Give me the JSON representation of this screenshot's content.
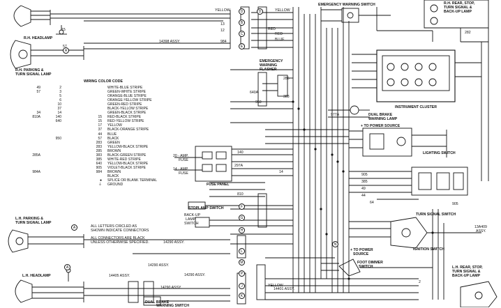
{
  "title": "",
  "components": {
    "rh_headlamp": "R.H. HEADLAMP",
    "rh_parking_1": "R.H. PARKING &",
    "rh_parking_2": "TURN SIGNAL LAMP",
    "lh_parking_1": "L.H. PARKING &",
    "lh_parking_2": "TURN SIGNAL LAMP",
    "lh_headlamp": "L.H. HEADLAMP",
    "emergency_flasher_1": "EMERGENCY",
    "emergency_flasher_2": "WARNING",
    "emergency_flasher_3": "FLASHER",
    "emergency_switch": "EMERGENCY WARNING SWITCH",
    "instrument_cluster": "INSTRUMENT CLUSTER",
    "dual_brake_1": "DUAL BRAKE",
    "dual_brake_2": "WARNING LAMP",
    "to_power_source": "+ TO POWER SOURCE",
    "lighting_switch": "LIGHTING SWITCH",
    "fuse_panel": "FUSE PANEL",
    "fuse_20": "20 - AMP.",
    "fuse_20b": "FUSE",
    "fuse_14": "14 - AMP.",
    "fuse_14b": "FUSE",
    "stoplamp_switch": "STOPLAMP SWITCH",
    "backup_1": "BACK-UP",
    "backup_2": "LAMP",
    "backup_3": "SWITCH",
    "turn_signal_switch": "TURN SIGNAL SWITCH",
    "ignition_switch": "IGNITION SWITCH",
    "to_power_source_2": "+ TO POWER",
    "to_power_source_3": "SOURCE",
    "foot_dimmer_1": "FOOT DIMMER",
    "foot_dimmer_2": "SWITCH",
    "dual_brake_switch_1": "DUAL BRAKE",
    "dual_brake_switch_2": "WARNING SWITCH",
    "rr_stop_1": "R.H. REAR, STOP,",
    "rr_stop_2": "TURN SIGNAL &",
    "rr_stop_3": "BACK-UP LAMP",
    "lr_stop_1": "L.H. REAR, STOP,",
    "lr_stop_2": "TURN SIGNAL &",
    "lr_stop_3": "BACK-UP LAMP",
    "assy_14398": "14398 ASSY.",
    "assy_14290a": "14290 ASSY.",
    "assy_14290b": "14290 ASSY.",
    "assy_14290c": "14290 ASSY.",
    "assy_14290d": "14290 ASSY.",
    "assy_14401": "14401 ASSY.",
    "assy_14405": "14405 ASSY.",
    "assy_13a409": "13A409",
    "assy_13a409b": "ASSY."
  },
  "notes": {
    "circled_1": "ALL LETTERS CIRCLED AS",
    "circled_2": "SHOWN INDICATE CONNECTORS",
    "black_1": "ALL CONNECTORS ARE BLACK",
    "black_2": "UNLESS OTHERWISE SPECIFIED."
  },
  "color_code": {
    "heading": "WIRING COLOR CODE",
    "rows": [
      {
        "a": "49",
        "b": "2",
        "c": "",
        "d": "WHITE-BLUE STRIPE"
      },
      {
        "a": "57",
        "b": "3",
        "c": "",
        "d": "GREEN-WHITE STRIPE"
      },
      {
        "a": "",
        "b": "5",
        "c": "",
        "d": "ORANGE-BLUE STRIPE"
      },
      {
        "a": "",
        "b": "6",
        "c": "",
        "d": "ORANGE-YELLOW STRIPE"
      },
      {
        "a": "",
        "b": "10",
        "c": "",
        "d": "GREEN-RED STRIPE"
      },
      {
        "a": "",
        "b": "37",
        "c": "",
        "d": "BLACK-YELLOW STRIPE"
      },
      {
        "a": "34",
        "b": "14",
        "c": "",
        "d": "GREEN-BLACK STRIPE"
      },
      {
        "a": "810A",
        "b": "140",
        "c": "15",
        "d": "RED-BLACK STRIPE"
      },
      {
        "a": "",
        "b": "640",
        "c": "15",
        "d": "RED-YELLOW STRIPE"
      },
      {
        "a": "",
        "b": "",
        "c": "17",
        "d": "YELLOW"
      },
      {
        "a": "",
        "b": "",
        "c": "37",
        "d": "BLACK-ORANGE STRIPE"
      },
      {
        "a": "",
        "b": "",
        "c": "44",
        "d": "BLUE"
      },
      {
        "a": "",
        "b": "950",
        "c": "57",
        "d": "BLACK"
      },
      {
        "a": "",
        "b": "",
        "c": "283",
        "d": "GREEN"
      },
      {
        "a": "",
        "b": "",
        "c": "283",
        "d": "YELLOW-BLACK STRIPE"
      },
      {
        "a": "",
        "b": "",
        "c": "285",
        "d": "BROWN"
      },
      {
        "a": "285A",
        "b": "",
        "c": "383",
        "d": "BLACK-GREEN STRIPE"
      },
      {
        "a": "",
        "b": "",
        "c": "385",
        "d": "WHITE-RED STRIPE"
      },
      {
        "a": "",
        "b": "",
        "c": "640",
        "d": "YELLOW-BLACK STRIPE"
      },
      {
        "a": "",
        "b": "",
        "c": "905",
        "d": "VIOLET-BLACK STRIPE"
      },
      {
        "a": "984A",
        "b": "",
        "c": "984",
        "d": "BROWN"
      },
      {
        "a": "",
        "b": "",
        "c": "",
        "d": "BLACK"
      },
      {
        "a": "",
        "b": "",
        "c": "●",
        "d": "SPLICE OR BLANK TERMINAL"
      },
      {
        "a": "",
        "b": "",
        "c": "⏚",
        "d": "GROUND"
      }
    ]
  },
  "wire_labels": {
    "yellow_top": "YELLOW",
    "yellow_top2": "YELLOW",
    "yellow_bot": "YELLOW",
    "red": "RED",
    "red2": "RED",
    "blue": "BLUE",
    "w13": "13",
    "w12": "12",
    "w15": "15",
    "w984": "984",
    "w57": "57",
    "w640a": "640A",
    "w285": "285",
    "w383": "383",
    "w950": "950",
    "w977a": "977A",
    "w282": "282",
    "w810": "810",
    "w140": "140",
    "w297a": "297A",
    "w14": "14",
    "w905": "905",
    "w385": "385",
    "w49": "49",
    "w44": "44",
    "w64": "64",
    "w905b": "905",
    "w2": "2"
  },
  "connectors": [
    "A",
    "B",
    "C",
    "D",
    "E",
    "F",
    "G",
    "H",
    "J",
    "K",
    "L",
    "M",
    "N",
    "P"
  ]
}
